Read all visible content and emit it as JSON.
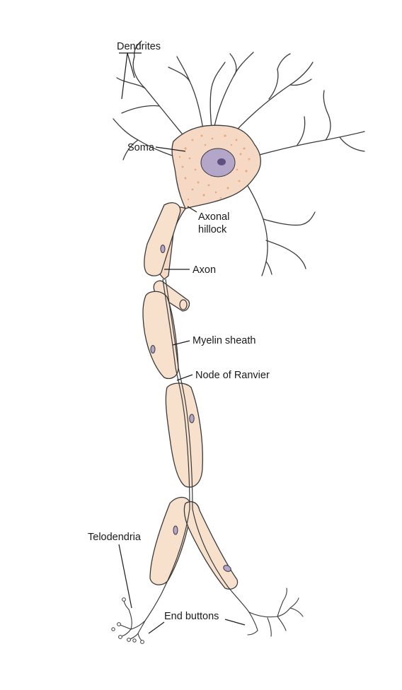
{
  "labels": {
    "dendrites": "Dendrites",
    "soma": "Soma",
    "axonal_hillock_line1": "Axonal",
    "axonal_hillock_line2": "hillock",
    "axon": "Axon",
    "myelin_sheath": "Myelin sheath",
    "node_of_ranvier": "Node of Ranvier",
    "telodendria": "Telodendria",
    "end_buttons": "End buttons"
  },
  "colors": {
    "cell_fill": "#f6d9c4",
    "sheath_fill": "#f7e1cd",
    "soma_granules": "#e8a87c",
    "nucleus": "#b3a6c8",
    "nucleolus": "#5e4f82",
    "outline": "#3a3a3a"
  }
}
